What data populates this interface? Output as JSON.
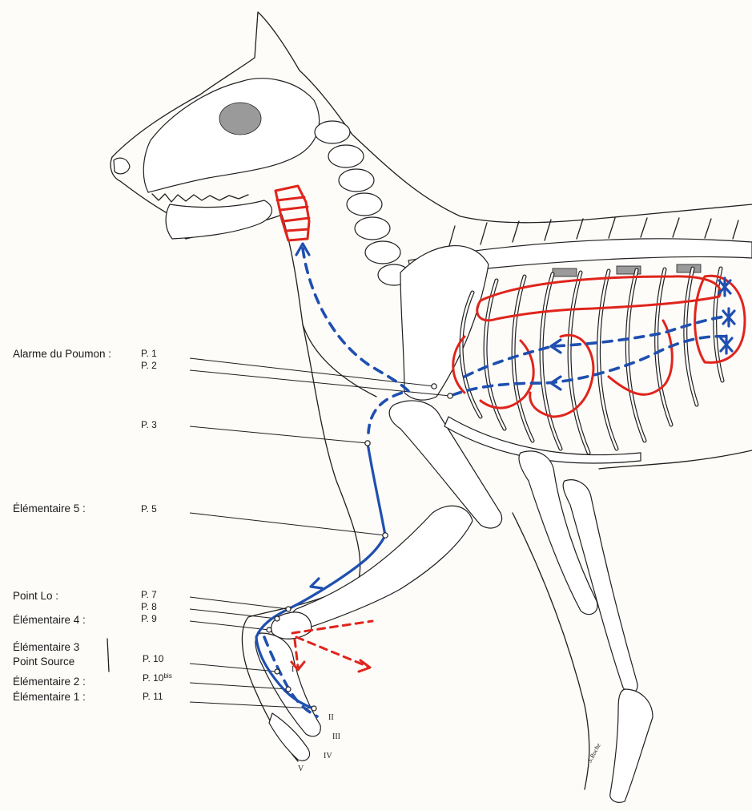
{
  "labels": {
    "alarme": "Alarme du Poumon :",
    "elementaire5": "Élémentaire 5 :",
    "point_lo": "Point Lo :",
    "elementaire4": "Élémentaire 4 :",
    "elementaire3_line1": "Élémentaire 3",
    "elementaire3_line2": "Point Source",
    "elementaire2": "Élémentaire 2 :",
    "elementaire1": "Élémentaire 1 :"
  },
  "points": {
    "p1": "P. 1",
    "p2": "P. 2",
    "p3": "P. 3",
    "p5": "P. 5",
    "p7": "P. 7",
    "p8": "P. 8",
    "p9": "P. 9",
    "p10": "P. 10",
    "p10bis": "P. 10",
    "p10bis_sup": "bis",
    "p11": "P. 11"
  },
  "digits": {
    "d1": "I",
    "d2": "II",
    "d3": "III",
    "d4": "IV",
    "d5": "V"
  },
  "signature": "S.Roche",
  "colors": {
    "meridian_blue": "#1f4fb0",
    "meridian_red": "#e0241c",
    "ink": "#1f1f1f",
    "paper": "#fdfcf9"
  }
}
